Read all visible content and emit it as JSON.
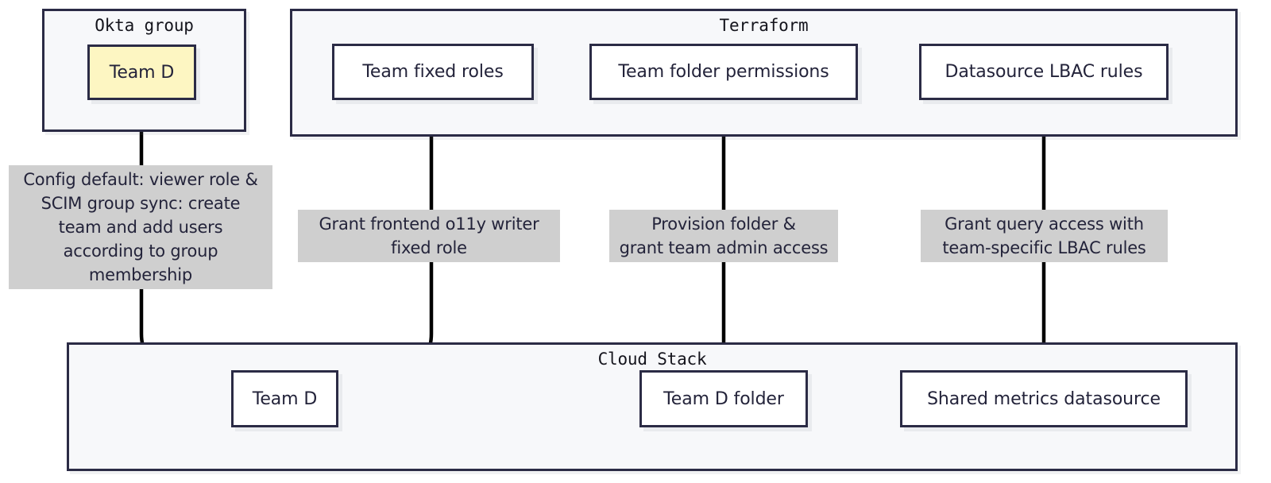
{
  "diagram": {
    "type": "flowchart",
    "title": "",
    "clusters": [
      {
        "id": "okta",
        "label": "Okta group"
      },
      {
        "id": "terraform",
        "label": "Terraform"
      },
      {
        "id": "cloudstack",
        "label": "Cloud Stack"
      }
    ],
    "nodes": [
      {
        "id": "okta_team_d",
        "label": "Team D",
        "cluster": "okta",
        "style": "highlight"
      },
      {
        "id": "tf_fixed_roles",
        "label": "Team fixed roles",
        "cluster": "terraform",
        "style": "default"
      },
      {
        "id": "tf_folder_perms",
        "label": "Team folder permissions",
        "cluster": "terraform",
        "style": "default"
      },
      {
        "id": "tf_lbac_rules",
        "label": "Datasource LBAC rules",
        "cluster": "terraform",
        "style": "default"
      },
      {
        "id": "cs_team_d",
        "label": "Team D",
        "cluster": "cloudstack",
        "style": "default"
      },
      {
        "id": "cs_team_d_folder",
        "label": "Team D folder",
        "cluster": "cloudstack",
        "style": "default"
      },
      {
        "id": "cs_shared_ds",
        "label": "Shared metrics datasource",
        "cluster": "cloudstack",
        "style": "default"
      }
    ],
    "edges": [
      {
        "id": "edge-okta-to-team",
        "from": "okta_team_d",
        "to": "cs_team_d",
        "label": "Config default: viewer role &\nSCIM group sync: create\nteam and add users\naccording to group\nmembership"
      },
      {
        "id": "edge-fixedroles-to-team",
        "from": "tf_fixed_roles",
        "to": "cs_team_d",
        "label": "Grant frontend o11y writer\nfixed role"
      },
      {
        "id": "edge-folderperms-to-folder",
        "from": "tf_folder_perms",
        "to": "cs_team_d_folder",
        "label": "Provision folder &\ngrant team admin access"
      },
      {
        "id": "edge-lbac-to-datasource",
        "from": "tf_lbac_rules",
        "to": "cs_shared_ds",
        "label": "Grant query access with\nteam-specific LBAC rules"
      }
    ],
    "colors": {
      "background": "#ffffff",
      "cluster_fill": "#f7f8fa",
      "node_fill": "#ffffff",
      "node_highlight_fill": "#fdf6c2",
      "stroke": "#2b2b45",
      "edge_stroke": "#000000",
      "edge_label_fill": "#cfcfcf",
      "text": "#23233a"
    }
  }
}
